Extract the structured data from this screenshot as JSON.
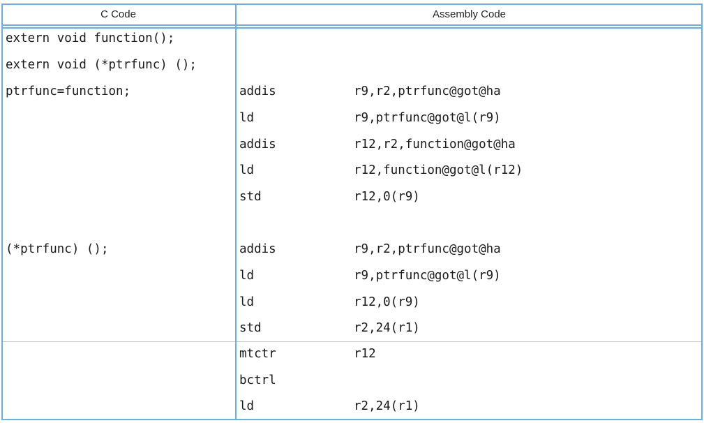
{
  "headers": {
    "c_code": "C Code",
    "assembly_code": "Assembly Code"
  },
  "c_lines": [
    "extern void function();",
    "extern void (*ptrfunc) ();",
    "ptrfunc=function;",
    "(*ptrfunc) ();"
  ],
  "asm": [
    {
      "op": "addis",
      "args": "r9,r2,ptrfunc@got@ha"
    },
    {
      "op": "ld",
      "args": "r9,ptrfunc@got@l(r9)"
    },
    {
      "op": "addis",
      "args": "r12,r2,function@got@ha"
    },
    {
      "op": "ld",
      "args": "r12,function@got@l(r12)"
    },
    {
      "op": "std",
      "args": "r12,0(r9)"
    },
    {
      "op": "addis",
      "args": "r9,r2,ptrfunc@got@ha"
    },
    {
      "op": "ld",
      "args": "r9,ptrfunc@got@l(r9)"
    },
    {
      "op": "ld",
      "args": "r12,0(r9)"
    },
    {
      "op": "std",
      "args": "r2,24(r1)"
    },
    {
      "op": "mtctr",
      "args": "r12"
    },
    {
      "op": "bctrl",
      "args": ""
    },
    {
      "op": "ld",
      "args": "r2,24(r1)"
    }
  ],
  "colors": {
    "border": "#6aaee6",
    "text": "#1a1a1a"
  }
}
